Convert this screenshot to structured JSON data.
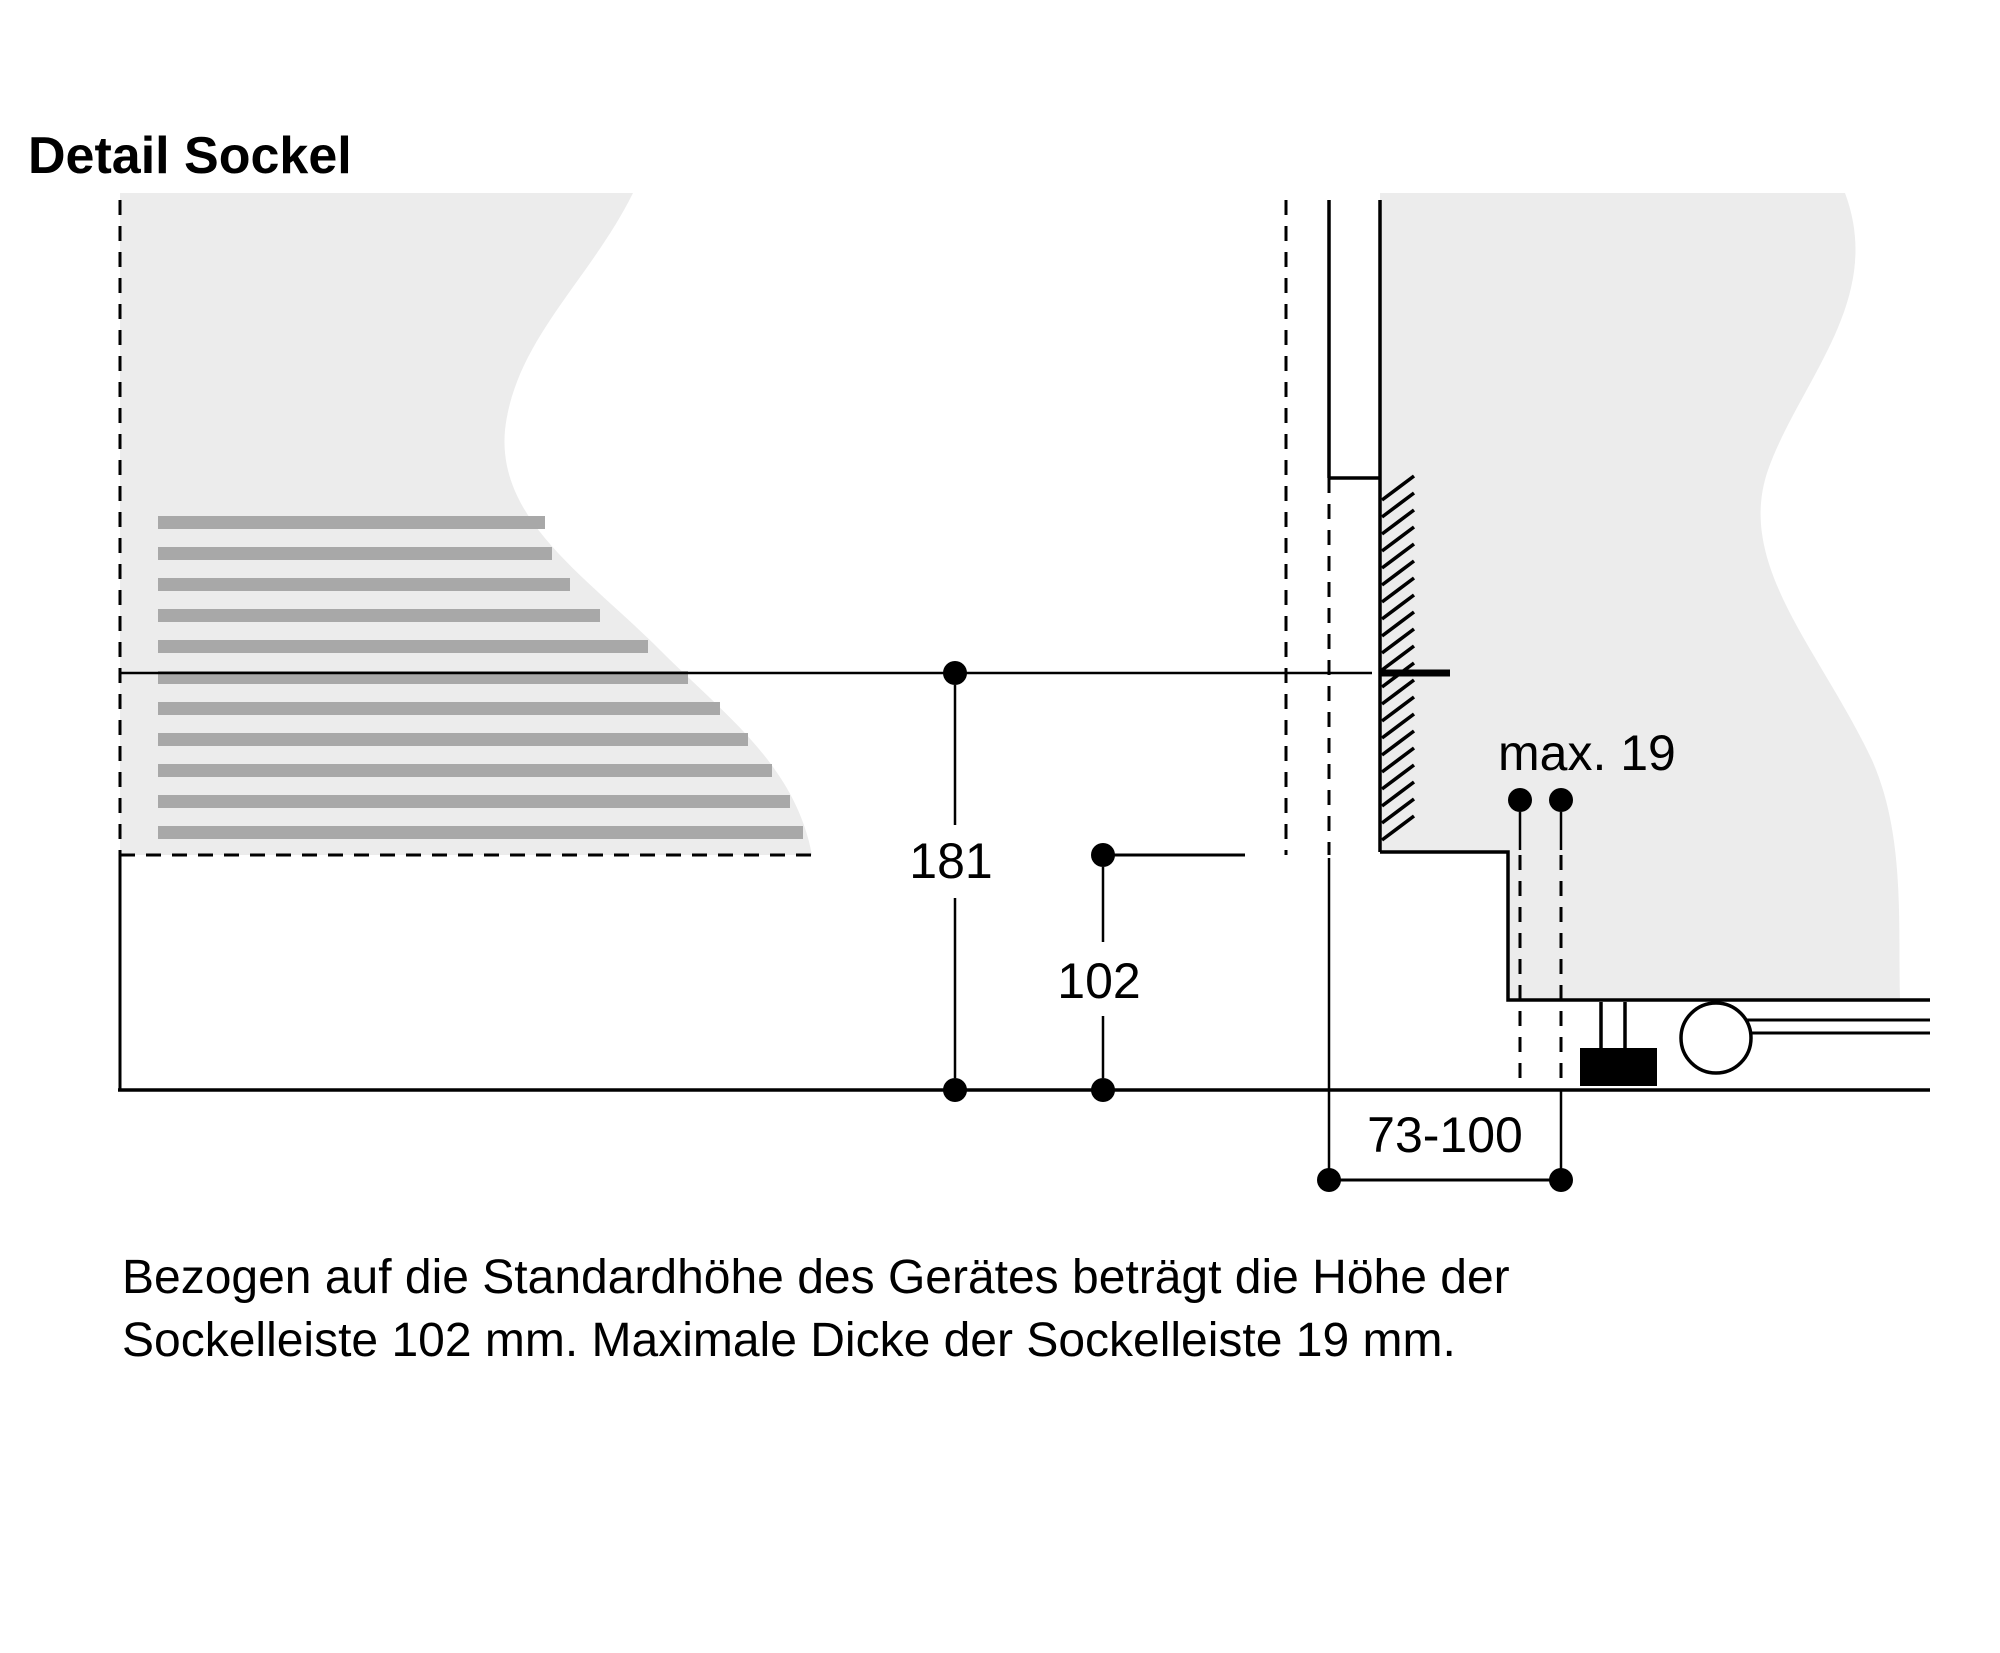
{
  "page": {
    "title": "Detail Sockel",
    "caption": {
      "line1": "Bezogen auf die Standardhöhe des Gerätes beträgt die Höhe der",
      "line2": "Sockelleiste 102 mm. Maximale Dicke der Sockelleiste 19 mm."
    }
  },
  "diagram": {
    "labels": {
      "total_height": "181",
      "plinth_height": "102",
      "plinth_max_thickness": "max. 19",
      "plinth_recess_depth": "73-100"
    },
    "colors": {
      "panel_fill": "#ECECEC",
      "vent_stripe": "#A8A8A8",
      "line": "#000000"
    }
  }
}
